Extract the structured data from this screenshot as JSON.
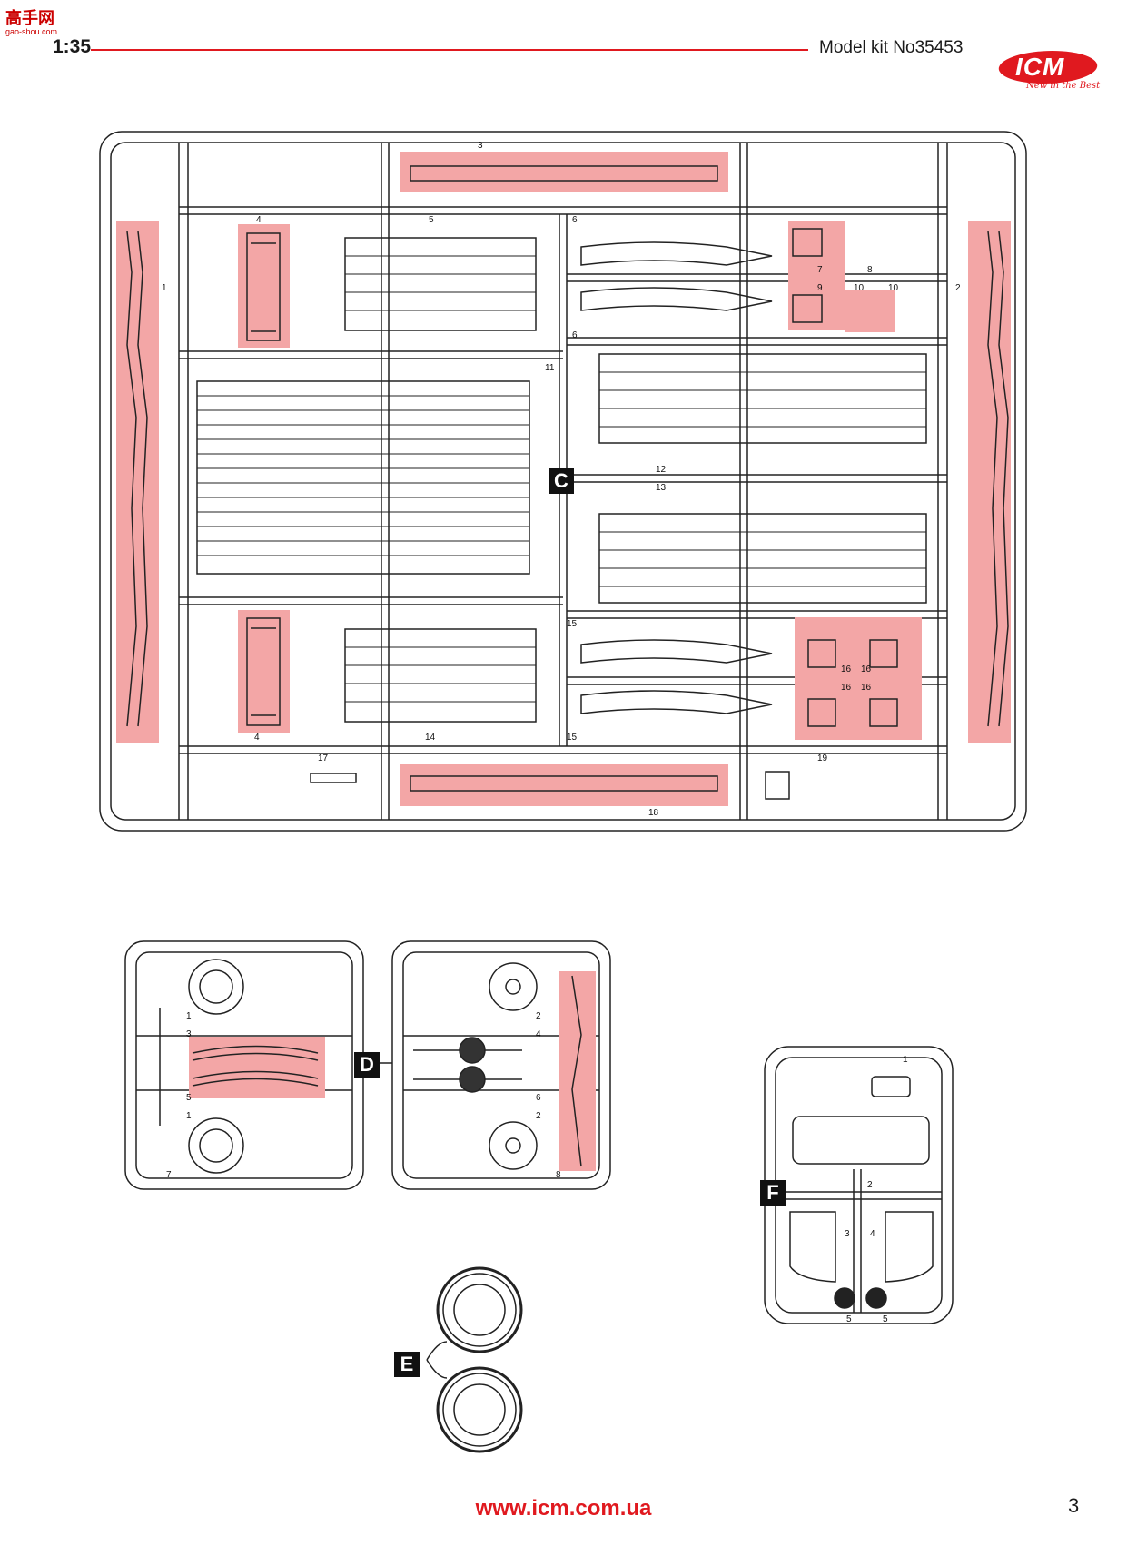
{
  "header": {
    "scale": "1:35",
    "kit_number": "Model kit No35453",
    "brand": "ICM",
    "tagline": "New in the Best",
    "watermark": "高手网",
    "watermark_sub": "gao-shou.com"
  },
  "sprues": {
    "C": {
      "letter": "C",
      "part_numbers": [
        "1",
        "2",
        "3",
        "4",
        "5",
        "6",
        "7",
        "8",
        "9",
        "10",
        "11",
        "12",
        "13",
        "14",
        "15",
        "16",
        "17",
        "18",
        "19"
      ]
    },
    "D": {
      "letter": "D",
      "part_numbers": [
        "1",
        "2",
        "3",
        "4",
        "5",
        "6",
        "7",
        "8"
      ]
    },
    "E": {
      "letter": "E"
    },
    "F": {
      "letter": "F",
      "part_numbers": [
        "1",
        "2",
        "3",
        "4",
        "5"
      ]
    }
  },
  "colors": {
    "accent": "#e0191f",
    "highlight": "#f3a6a6",
    "line": "#222222"
  },
  "footer": {
    "website": "www.icm.com.ua",
    "page_number": "3"
  }
}
